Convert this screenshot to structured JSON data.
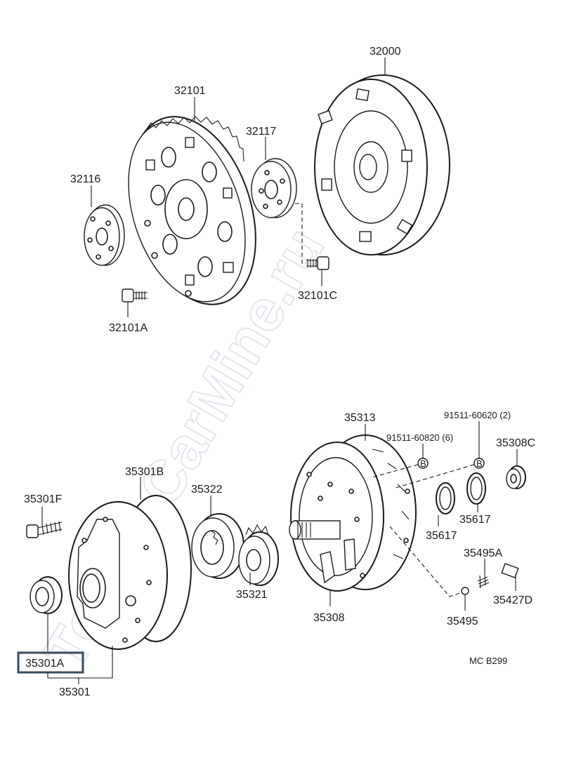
{
  "watermark": "ToyotaCarMine.ru",
  "diagram_code": "MC B299",
  "highlighted_part": "35301A",
  "labels": {
    "p32000": "32000",
    "p32101": "32101",
    "p32117": "32117",
    "p32116": "32116",
    "p32101c": "32101C",
    "p32101a": "32101A",
    "p35313": "35313",
    "p91511_60620": "91511-60620 (2)",
    "p91511_60820": "91511-60820 (6)",
    "p35308c": "35308C",
    "p35301b": "35301B",
    "p35322": "35322",
    "p35301f": "35301F",
    "p35617a": "35617",
    "p35617b": "35617",
    "p35495a": "35495A",
    "p35321": "35321",
    "p35308": "35308",
    "p35427d": "35427D",
    "p35495": "35495",
    "p35301a": "35301A",
    "p35301": "35301",
    "b_marker_1": "B",
    "b_marker_2": "B"
  }
}
